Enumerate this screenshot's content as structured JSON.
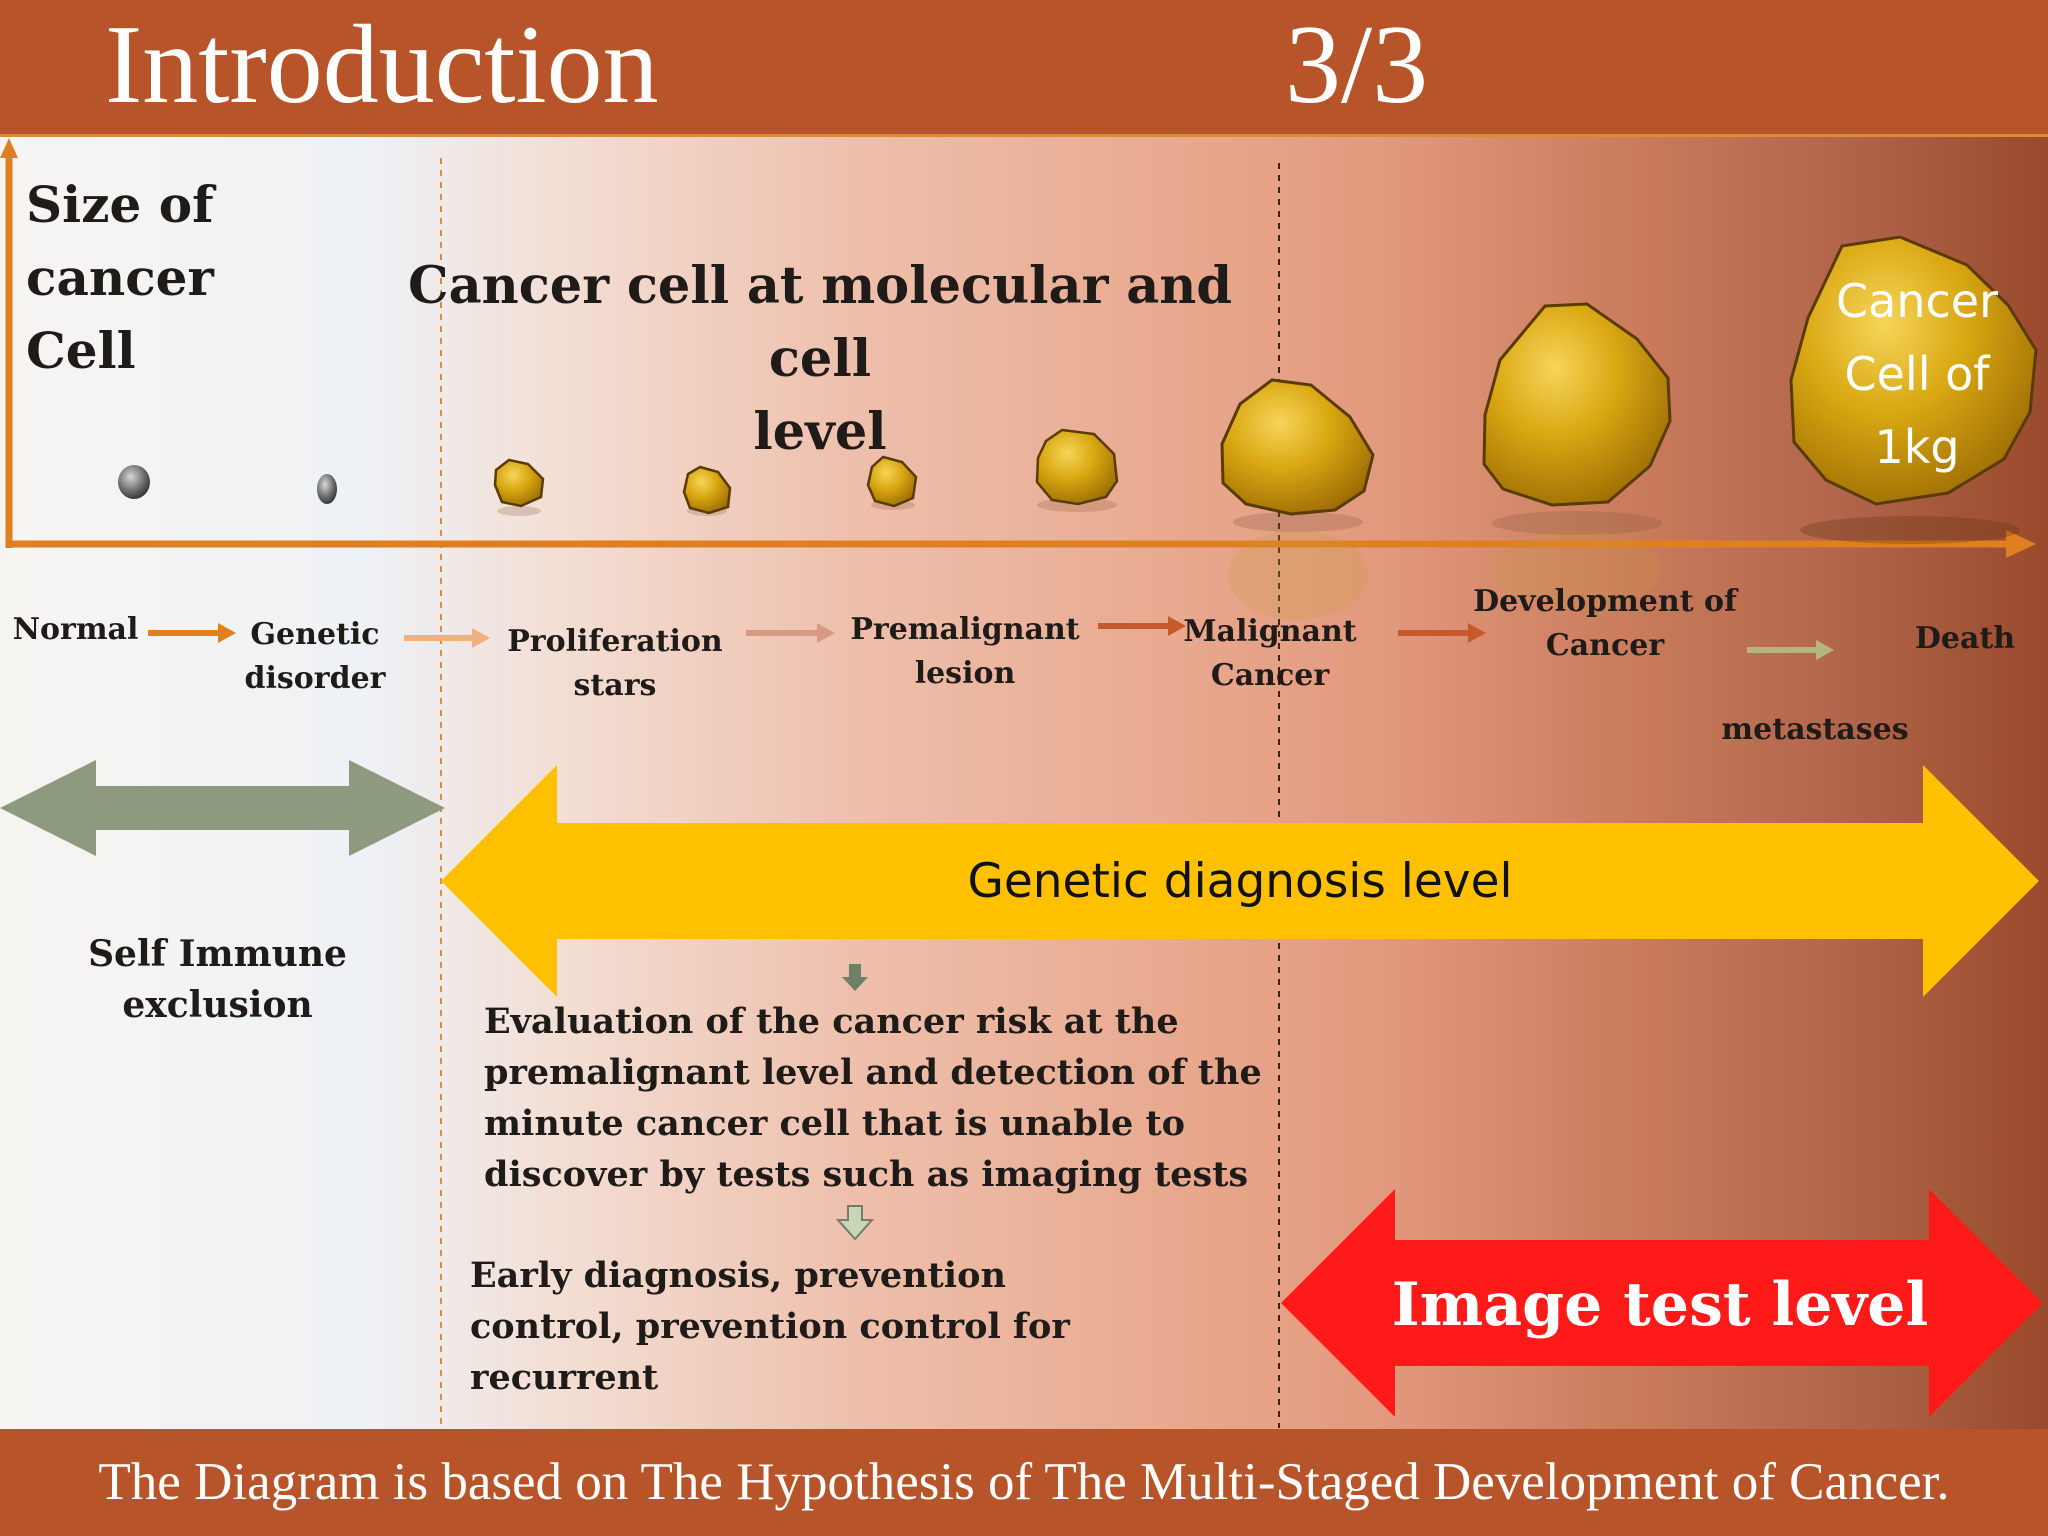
{
  "header": {
    "title": "Introduction",
    "page_indicator": "3/3"
  },
  "axis": {
    "y_label_lines": [
      "Size of",
      "cancer",
      "Cell"
    ]
  },
  "molecular_heading_lines": [
    "Cancer cell at molecular and cell",
    "level"
  ],
  "final_cell_lines": [
    "Cancer",
    "Cell of",
    "1kg"
  ],
  "stages": [
    {
      "lines": [
        "Normal"
      ]
    },
    {
      "lines": [
        "Genetic",
        "disorder"
      ]
    },
    {
      "lines": [
        "Proliferation",
        "stars"
      ]
    },
    {
      "lines": [
        "Premalignant",
        "lesion"
      ]
    },
    {
      "lines": [
        "Malignant",
        "Cancer"
      ]
    },
    {
      "lines": [
        "Development of",
        "Cancer"
      ]
    },
    {
      "lines": [
        "Death"
      ]
    }
  ],
  "metastases_label": "metastases",
  "self_immune_lines": [
    "Self Immune",
    "exclusion"
  ],
  "genetic_level_label": "Genetic diagnosis level",
  "image_level_label": "Image test level",
  "evaluation_lines": [
    "Evaluation of the cancer risk at the",
    "premalignant level and detection of the",
    "minute cancer cell that is unable to",
    "discover by tests such as imaging tests"
  ],
  "early_lines": [
    "Early diagnosis, prevention",
    "control, prevention control for",
    "recurrent"
  ],
  "footer_text": "The Diagram is based on The Hypothesis of The Multi-Staged Development of Cancer.",
  "colors": {
    "header_bg": "#b8542a",
    "axis": "#e07f1f",
    "cell_gold": "#d4a20a",
    "genetic_arrow": "#ffc000",
    "image_arrow": "#ff1a1a",
    "immune_arrow": "#8e9a80"
  }
}
